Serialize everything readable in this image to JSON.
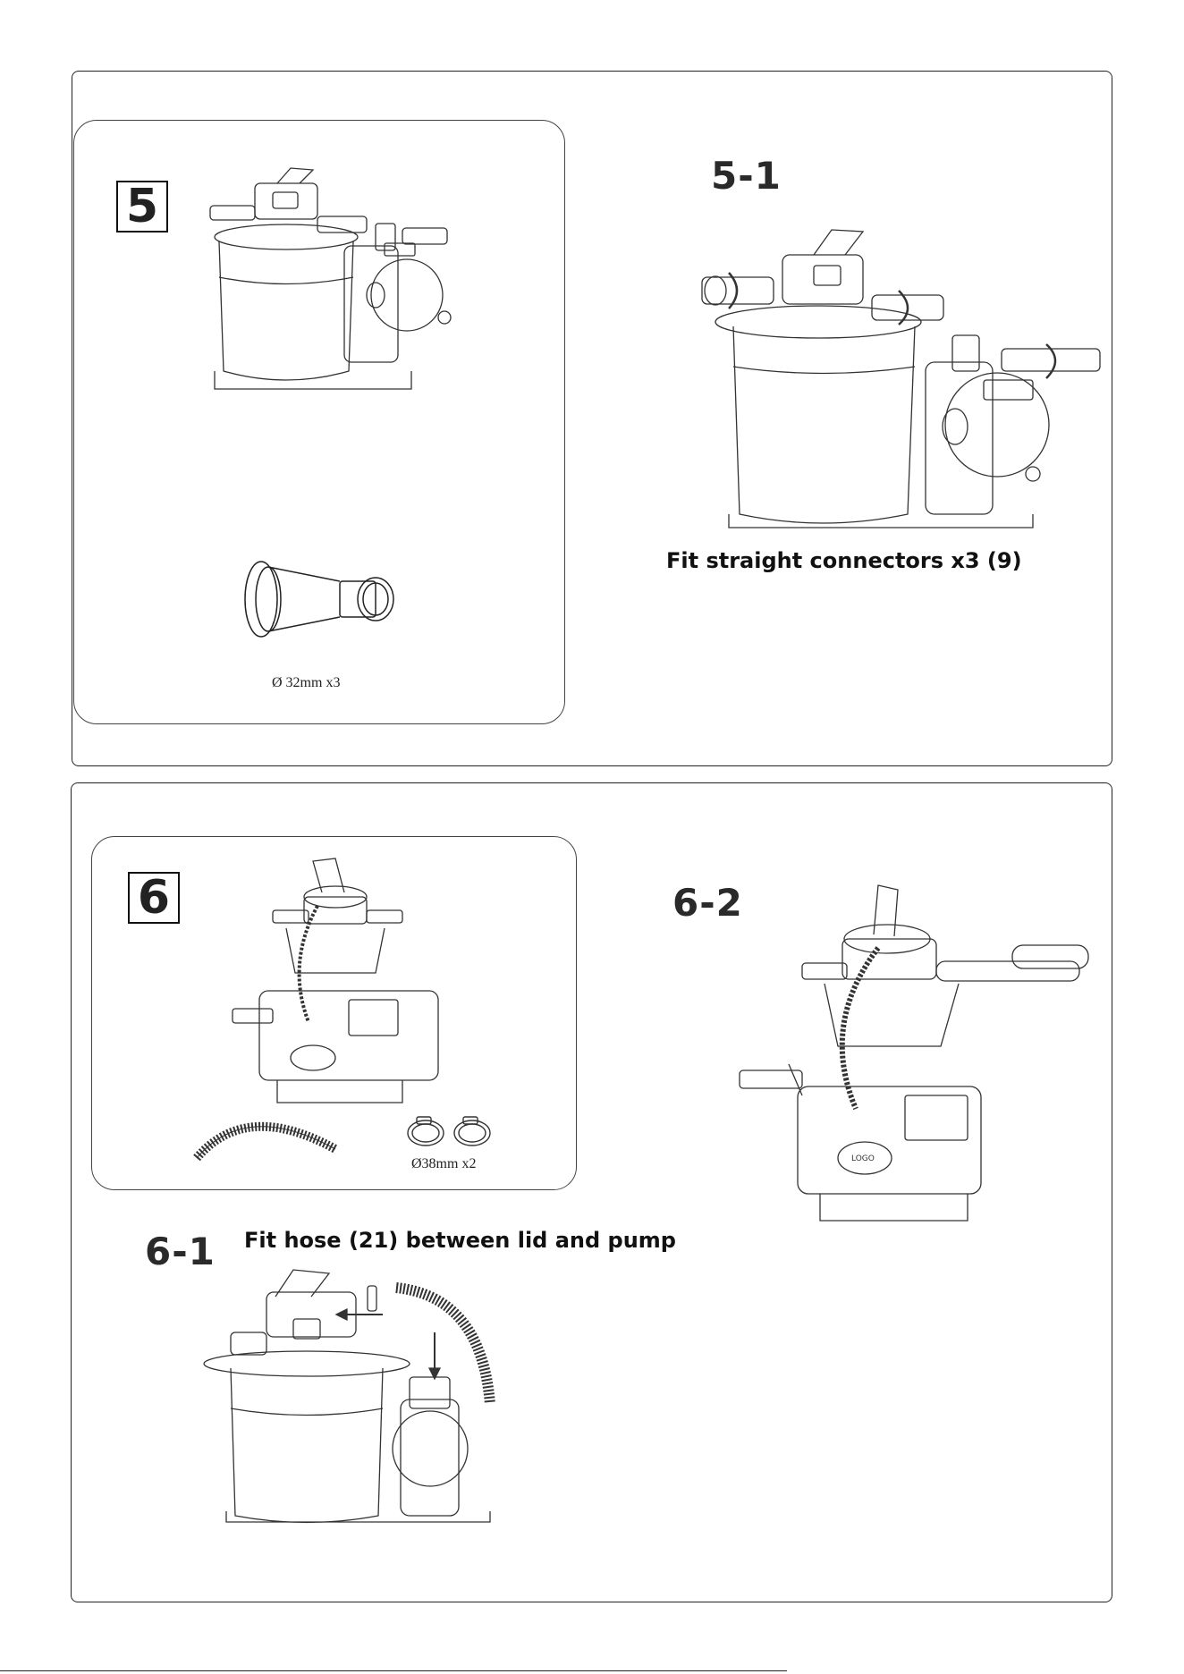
{
  "step5": {
    "number": "5",
    "substep_label": "5-1",
    "part_dimension": "Ø 32mm   x3",
    "instruction": "Fit straight connectors x3 (9)"
  },
  "step6": {
    "number": "6",
    "substep1_label": "6-1",
    "substep2_label": "6-2",
    "part_dimension": "Ø38mm   x2",
    "instruction": "Fit hose (21) between lid and pump",
    "logo_text": "LOGO"
  }
}
